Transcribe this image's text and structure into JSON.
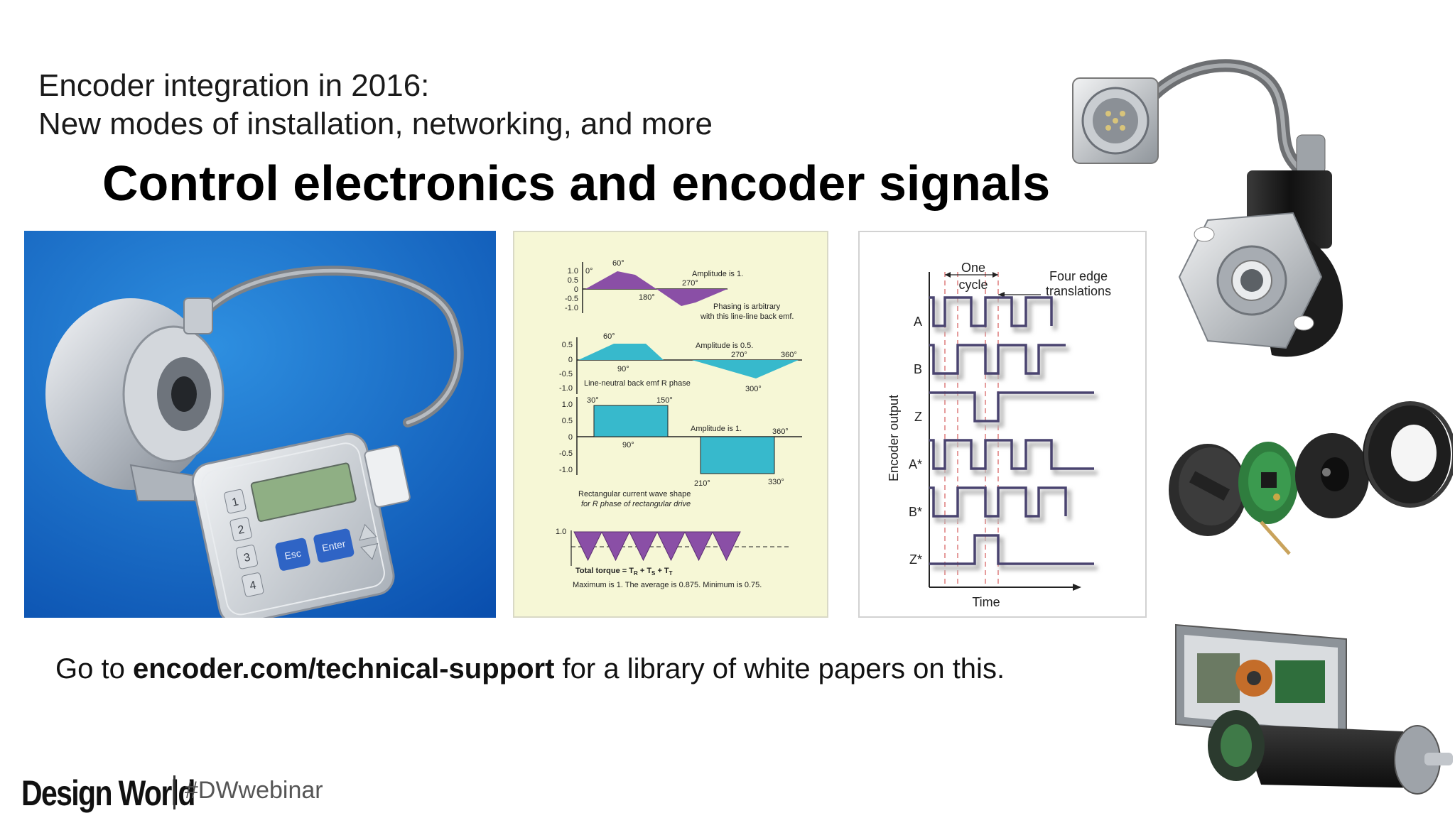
{
  "slide": {
    "subtitle_line1": "Encoder integration in 2016:",
    "subtitle_line2": "New modes of installation, networking, and more",
    "title": "Control electronics and encoder signals",
    "footer_pre": "Go to ",
    "footer_link": "encoder.com/technical-support",
    "footer_post": " for a library of white papers on this.",
    "brand": "Design World",
    "hashtag": "#DWwebinar"
  },
  "device_panel": {
    "keys": [
      "1",
      "2",
      "3",
      "4"
    ],
    "buttons": [
      "Esc",
      "Enter"
    ]
  },
  "waveform_panel": {
    "g1": {
      "ticks": [
        "1.0",
        "0.5",
        "0",
        "-0.5",
        "-1.0"
      ],
      "labels": [
        "0°",
        "60°",
        "180°",
        "270°"
      ],
      "note1": "Amplitude is 1.",
      "note2": "Phasing is arbitrary",
      "note3": "with this line-line back emf."
    },
    "g2": {
      "ticks": [
        "0.5",
        "0",
        "-0.5",
        "-1.0"
      ],
      "labels": [
        "60°",
        "90°",
        "270°",
        "360°",
        "300°"
      ],
      "note1": "Amplitude is 0.5.",
      "note2": "Line-neutral back emf R phase"
    },
    "g3": {
      "ticks": [
        "1.0",
        "0.5",
        "0",
        "-0.5",
        "-1.0"
      ],
      "labels": [
        "30°",
        "150°",
        "90°",
        "360°",
        "210°",
        "330°"
      ],
      "note1": "Amplitude is 1.",
      "note2": "Rectangular current wave shape",
      "note3": "for R phase of rectangular drive"
    },
    "g4": {
      "tick": "1.0",
      "total": "Total torque = T",
      "sub_r": "R",
      "plus1": " + T",
      "sub_s": "S",
      "plus2": " + T",
      "sub_t": "T",
      "note": "Maximum is 1. The average is 0.875. Minimum is 0.75."
    },
    "colors": {
      "purple": "#8a4fa6",
      "cyan": "#37b9cc",
      "bg": "#f6f7d6"
    }
  },
  "quadrature_panel": {
    "channels": [
      "A",
      "B",
      "Z",
      "A*",
      "B*",
      "Z*"
    ],
    "one": "One",
    "cycle": "cycle",
    "four_edge": "Four edge",
    "translations": "translations",
    "ylabel": "Encoder output",
    "xlabel": "Time",
    "colors": {
      "trace": "#4a4470",
      "guide": "#d45a5a"
    }
  }
}
